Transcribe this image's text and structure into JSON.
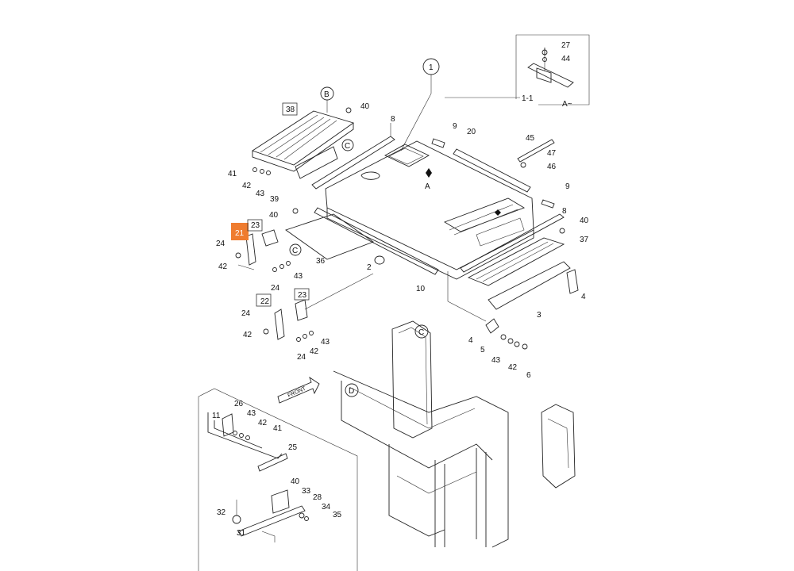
{
  "diagram": {
    "highlight_color": "#ef7c2f",
    "callouts": {
      "c1": "1",
      "cB": "B",
      "cC1": "C",
      "cC2": "C",
      "cC3": "C",
      "cD": "D"
    },
    "inset_a": {
      "ref": "1-1",
      "view": "A~",
      "p27": "27",
      "p44": "44"
    },
    "cover_marker": "A",
    "labels": {
      "p38": "38",
      "p40a": "40",
      "p8a": "8",
      "p9a": "9",
      "p20": "20",
      "p45": "45",
      "p47": "47",
      "p46": "46",
      "p9b": "9",
      "p41a": "41",
      "p42a": "42",
      "p43a": "43",
      "p39": "39",
      "p8b": "8",
      "p40b": "40",
      "p40c": "40",
      "p37": "37",
      "p21": "21",
      "p23a": "23",
      "p24a": "24",
      "p42b": "42",
      "p36": "36",
      "p2": "2",
      "p10": "10",
      "p43b": "43",
      "p24b": "24",
      "p22": "22",
      "p23b": "23",
      "p24c": "24",
      "p42c": "42",
      "p24d": "24",
      "p42d": "42",
      "p43c": "43",
      "p3": "3",
      "p4a": "4",
      "p4b": "4",
      "p5": "5",
      "p43d": "43",
      "p42e": "42",
      "p6": "6",
      "front": "FRONT",
      "p11": "11",
      "p26": "26",
      "p43e": "43",
      "p42f": "42",
      "p41b": "41",
      "p25": "25",
      "p40d": "40",
      "p33": "33",
      "p28": "28",
      "p34": "34",
      "p32": "32",
      "p35": "35",
      "p31": "31"
    }
  }
}
